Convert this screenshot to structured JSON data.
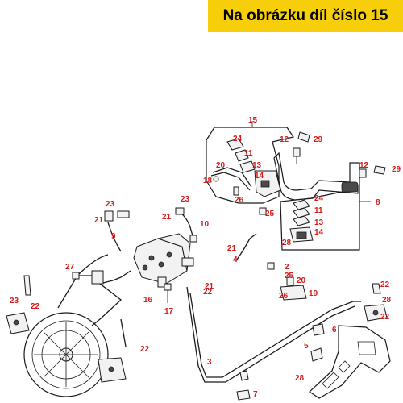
{
  "banner": {
    "text": "Na obrázku díl číslo 15",
    "color": "#f7ce0a"
  },
  "callout_color": "#d51b1b",
  "callouts": [
    "15",
    "12",
    "29",
    "24",
    "11",
    "13",
    "14",
    "20",
    "18",
    "26",
    "12",
    "29",
    "8",
    "23",
    "21",
    "9",
    "23",
    "21",
    "10",
    "25",
    "24",
    "11",
    "13",
    "14",
    "28",
    "21",
    "4",
    "27",
    "2",
    "25",
    "20",
    "26",
    "19",
    "22",
    "23",
    "22",
    "16",
    "21",
    "22",
    "17",
    "28",
    "22",
    "6",
    "5",
    "22",
    "28",
    "7",
    "3"
  ]
}
